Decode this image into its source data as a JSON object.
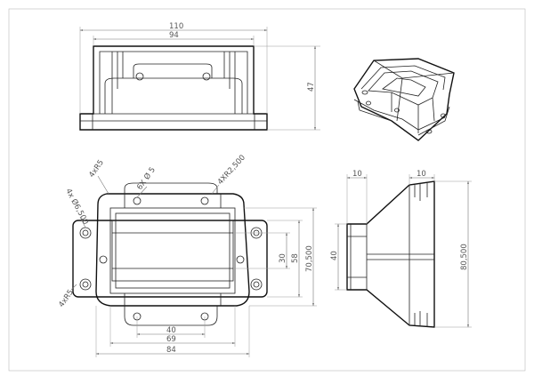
{
  "drawing": {
    "top_view": {
      "overall_width": "110",
      "inner_width": "94",
      "height": "47"
    },
    "iso_view": {},
    "plan_view": {
      "notes": [
        "4xR5",
        "6X Ø 5",
        "4XR2,500",
        "4x Ø6,500",
        "4xR5"
      ],
      "width_40": "40",
      "width_69": "69",
      "width_84": "84",
      "height_30": "30",
      "height_58": "58",
      "height_70": "70,500"
    },
    "side_view": {
      "left_10": "10",
      "right_10": "10",
      "height_40": "40",
      "height_80": "80,500"
    }
  }
}
